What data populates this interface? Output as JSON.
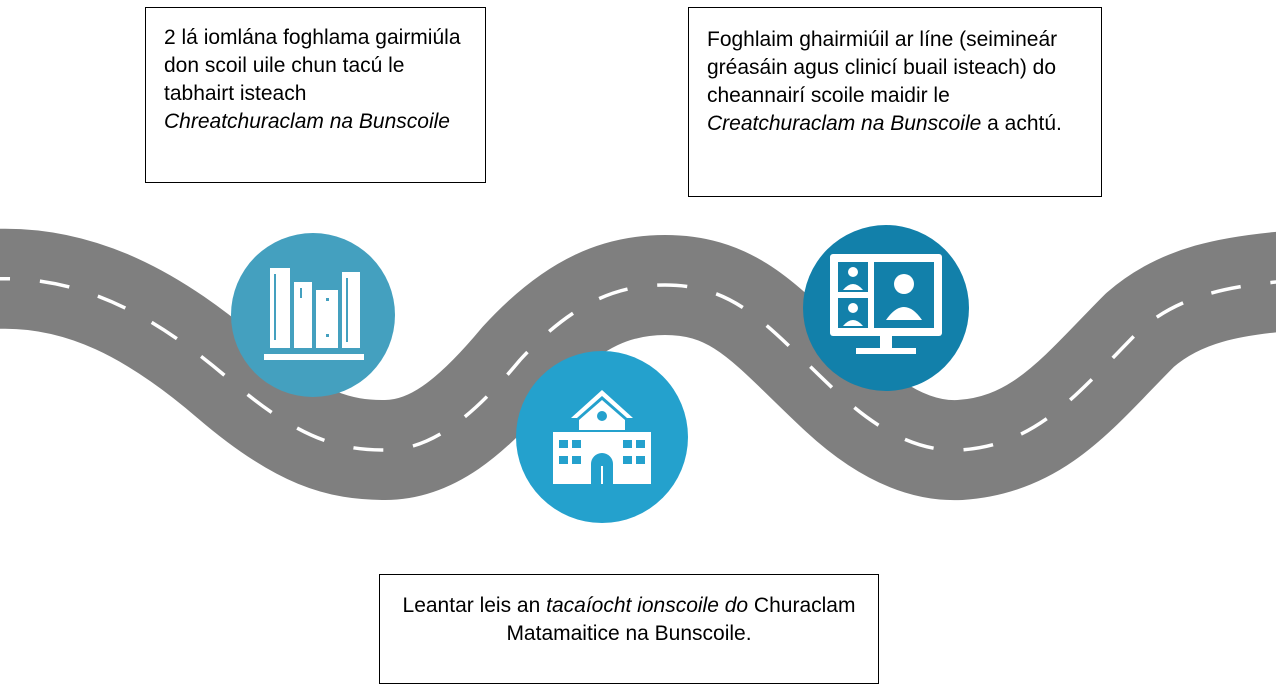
{
  "boxes": {
    "left": {
      "text": "2 lá iomlána foghlama gairmiúla don scoil uile chun tacú le tabhairt isteach ",
      "italic": "Chreatchuraclam na Bunscoile"
    },
    "right": {
      "text": "Foghlaim ghairmiúil ar líne (seimineár gréasáin agus clinicí buail isteach) do cheannairí scoile maidir le ",
      "italic": "Creatchuraclam na Bunscoile",
      "text_after": " a achtú."
    },
    "bottom": {
      "text": "Leantar leis an ",
      "italic": "tacaíocht ionscoile do",
      "text_after": " Churaclam Matamaitice na Bunscoile."
    }
  },
  "icons": {
    "books": {
      "name": "books-icon",
      "color": "#44a0bf"
    },
    "school": {
      "name": "school-building-icon",
      "color": "#24a1cd"
    },
    "video": {
      "name": "video-conference-icon",
      "color": "#1280aa"
    }
  },
  "colors": {
    "road": "#7f7f7f",
    "road_marking": "#ffffff"
  }
}
